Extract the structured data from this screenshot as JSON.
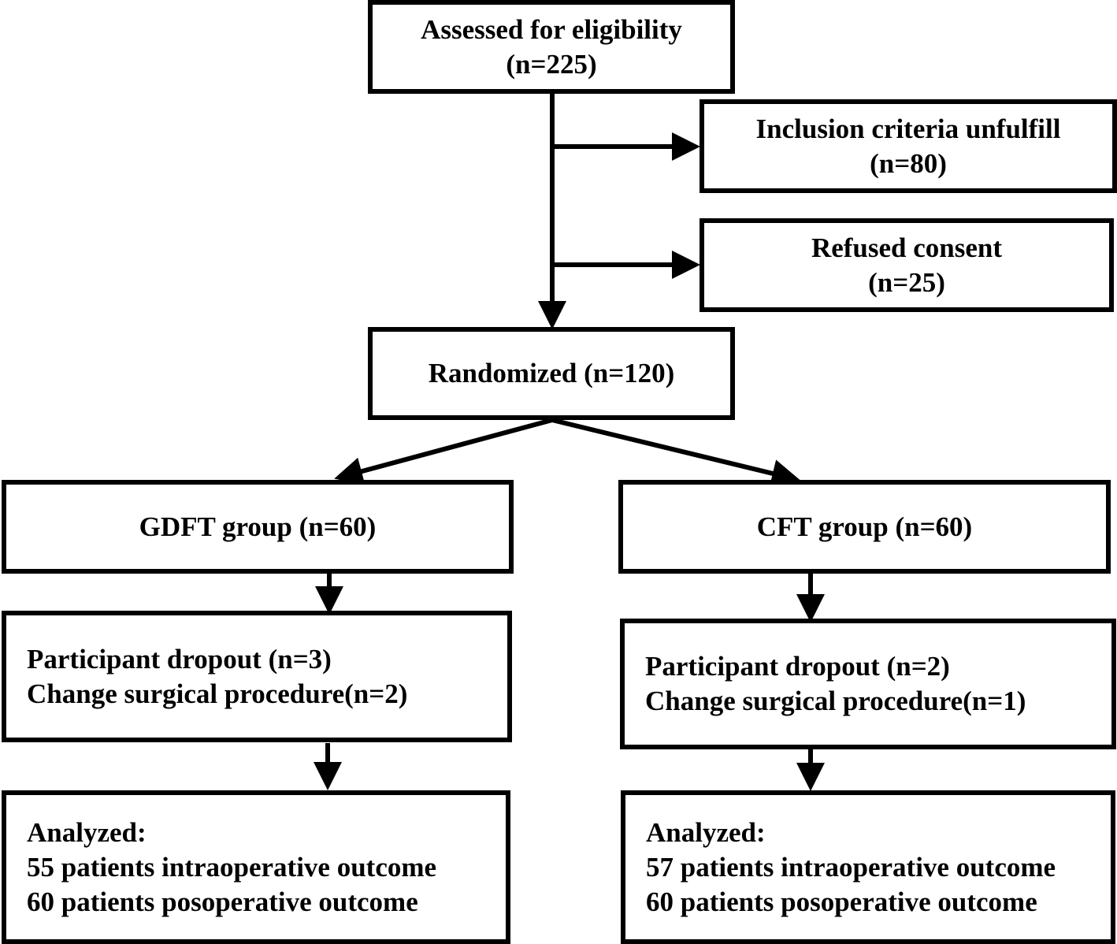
{
  "assessed": {
    "title": "Assessed for eligibility",
    "count": "(n=225)"
  },
  "excluded_inclusion": {
    "title": "Inclusion criteria unfulfill",
    "count": "(n=80)"
  },
  "excluded_refused": {
    "title": "Refused consent",
    "count": "(n=25)"
  },
  "randomized": {
    "label": "Randomized (n=120)"
  },
  "gdft": {
    "group": "GDFT group (n=60)",
    "dropout": "Participant dropout (n=3)",
    "change": "Change surgical procedure(n=2)",
    "analyzed_title": "Analyzed:",
    "analyzed_intra": "55 patients intraoperative outcome",
    "analyzed_post": "60 patients posoperative outcome"
  },
  "cft": {
    "group": "CFT group (n=60)",
    "dropout": "Participant dropout (n=2)",
    "change": "Change surgical procedure(n=1)",
    "analyzed_title": "Analyzed:",
    "analyzed_intra": "57 patients intraoperative outcome",
    "analyzed_post": "60 patients posoperative outcome"
  }
}
